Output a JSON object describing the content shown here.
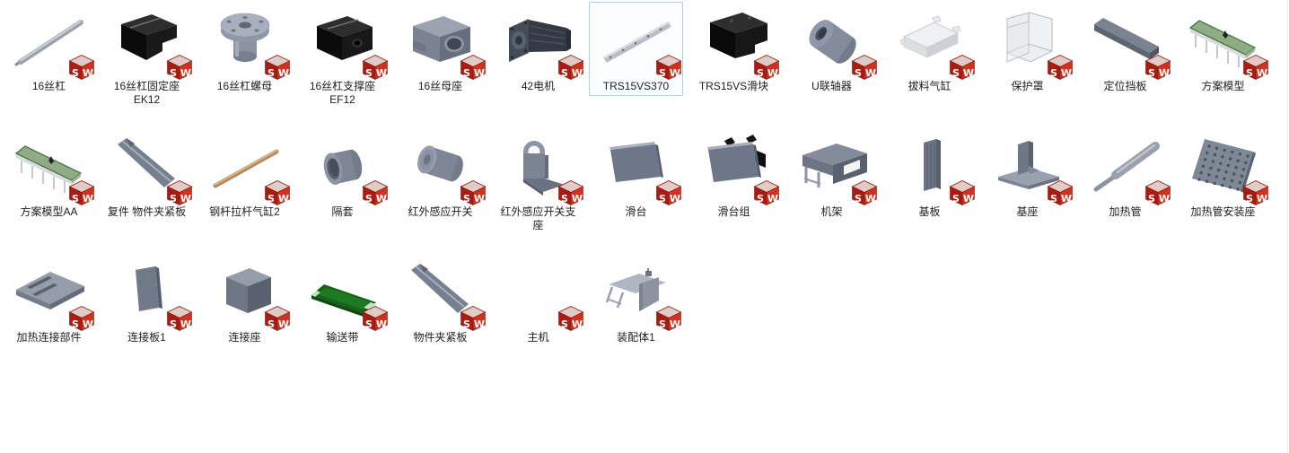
{
  "window": {
    "kind": "file-browser-icon-grid",
    "background": "#ffffff"
  },
  "colors": {
    "selection_border": "#a7d5e8",
    "selection_fill": "#fbfdff",
    "label_color": "#1e1e1e",
    "sw_badge_dark_red": "#a81d12",
    "sw_badge_bright_red": "#cf3320",
    "part_gray": "#6e7787",
    "part_black": "#0b0b0b",
    "conveyor_green": "#16611a"
  },
  "badge": {
    "name": "solidworks-file-icon",
    "letter_s": "S",
    "letter_w": "W"
  },
  "selected_item": "TRS15VS370",
  "items": [
    {
      "label": "16丝杠",
      "thumbnail": "leadscrew-rod",
      "selected": false
    },
    {
      "label": "16丝杠固定座 EK12",
      "thumbnail": "black-fixed-block",
      "selected": false
    },
    {
      "label": "16丝杠螺母",
      "thumbnail": "flanged-nut",
      "selected": false
    },
    {
      "label": "16丝杠支撑座 EF12",
      "thumbnail": "black-support-block",
      "selected": false
    },
    {
      "label": "16丝母座",
      "thumbnail": "nut-housing-block",
      "selected": false
    },
    {
      "label": "42电机",
      "thumbnail": "motor",
      "selected": false
    },
    {
      "label": "TRS15VS370",
      "thumbnail": "linear-rail",
      "selected": true
    },
    {
      "label": "TRS15VS滑块",
      "thumbnail": "black-rail-slider",
      "selected": false
    },
    {
      "label": "U联轴器",
      "thumbnail": "coupling-cylinder",
      "selected": false
    },
    {
      "label": "拔料气缸",
      "thumbnail": "white-flat-block",
      "selected": false
    },
    {
      "label": "保护罩",
      "thumbnail": "clear-cover",
      "selected": false
    },
    {
      "label": "定位挡板",
      "thumbnail": "long-dark-bar",
      "selected": false
    },
    {
      "label": "方案模型",
      "thumbnail": "conveyor-assembly",
      "selected": false
    },
    {
      "label": "方案模型AA",
      "thumbnail": "conveyor-assembly",
      "selected": false
    },
    {
      "label": "复件 物件夹紧板",
      "thumbnail": "clamp-blade",
      "selected": false
    },
    {
      "label": "钢杆拉杆气缸2",
      "thumbnail": "copper-rod",
      "selected": false
    },
    {
      "label": "隔套",
      "thumbnail": "spacer-ring",
      "selected": false
    },
    {
      "label": "红外感应开关",
      "thumbnail": "sensor-cylinder",
      "selected": false
    },
    {
      "label": "红外感应开关支座",
      "thumbnail": "sensor-bracket",
      "selected": false
    },
    {
      "label": "滑台",
      "thumbnail": "flat-plate",
      "selected": false
    },
    {
      "label": "滑台组",
      "thumbnail": "plate-with-clamps",
      "selected": false
    },
    {
      "label": "机架",
      "thumbnail": "machine-frame",
      "selected": false
    },
    {
      "label": "基板",
      "thumbnail": "vertical-extrusion",
      "selected": false
    },
    {
      "label": "基座",
      "thumbnail": "t-base-plate",
      "selected": false
    },
    {
      "label": "加热管",
      "thumbnail": "heater-rod",
      "selected": false
    },
    {
      "label": "加热管安装座",
      "thumbnail": "perforated-plate",
      "selected": false
    },
    {
      "label": "加热连接部件",
      "thumbnail": "slotted-plate",
      "selected": false
    },
    {
      "label": "连接板1",
      "thumbnail": "vertical-plate",
      "selected": false
    },
    {
      "label": "连接座",
      "thumbnail": "cube-block",
      "selected": false
    },
    {
      "label": "输送带",
      "thumbnail": "green-belt",
      "selected": false
    },
    {
      "label": "物件夹紧板",
      "thumbnail": "clamp-blade",
      "selected": false
    },
    {
      "label": "主机",
      "thumbnail": "none",
      "selected": false
    },
    {
      "label": "装配体1",
      "thumbnail": "small-table-assembly",
      "selected": false
    }
  ]
}
